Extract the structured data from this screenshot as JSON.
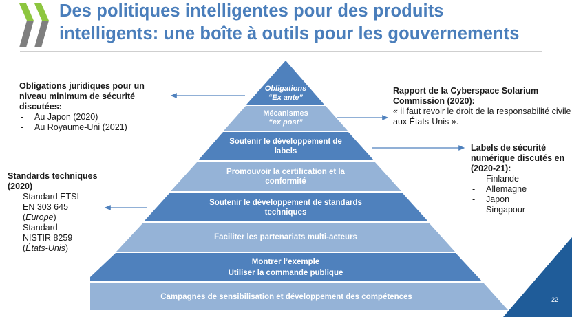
{
  "slide": {
    "title_line1": "Des politiques intelligentes pour des produits",
    "title_line2": "intelligents: une boîte à outils pour les gouvernements",
    "page_number": "22",
    "colors": {
      "title": "#4a7ebb",
      "layer_dark": "#4f81bd",
      "layer_light": "#95b3d7",
      "arrow": "#4f81bd",
      "corner": "#1f5c99",
      "logo_green": "#8dc63f",
      "logo_gray": "#7f7f7f"
    }
  },
  "pyramid": {
    "layers": [
      {
        "line1": "Obligations",
        "line2": "“Ex ante”",
        "style": "dark",
        "italic": true
      },
      {
        "line1": "Mécanismes",
        "line2": "“ex post”",
        "style": "light",
        "italic_line2": true
      },
      {
        "line1": "Soutenir le développement de",
        "line2": "labels",
        "style": "dark"
      },
      {
        "line1": "Promouvoir la certification et la",
        "line2": "conformité",
        "style": "light"
      },
      {
        "line1": "Soutenir le développement de standards",
        "line2": "techniques",
        "style": "dark"
      },
      {
        "line1": "Faciliter les partenariats multi-acteurs",
        "style": "light"
      },
      {
        "line1": "Montrer l’exemple",
        "line2": "Utiliser la commande publique",
        "style": "dark"
      },
      {
        "line1": "Campagnes de sensibilisation et développement des compétences",
        "style": "light"
      }
    ]
  },
  "notes": {
    "ex_ante": {
      "heading": "Obligations juridiques pour un niveau minimum de sécurité discutées:",
      "items": [
        "Au Japon (2020)",
        "Au Royaume-Uni (2021)"
      ]
    },
    "ex_post": {
      "heading": "Rapport de la Cyberspace Solarium Commission (2020):",
      "quote": "« il faut revoir le droit de la responsabilité civile aux États-Unis »."
    },
    "labels": {
      "heading": "Labels de sécurité numérique discutés en (2020-21):",
      "items": [
        "Finlande",
        "Allemagne",
        "Japon",
        "Singapour"
      ]
    },
    "standards": {
      "heading": "Standards techniques (2020)",
      "items": [
        {
          "line1": "Standard ETSI",
          "line2": "EN 303 645",
          "region": "Europe"
        },
        {
          "line1": "Standard",
          "line2": "NISTIR 8259",
          "region": "États-Unis"
        }
      ]
    }
  }
}
